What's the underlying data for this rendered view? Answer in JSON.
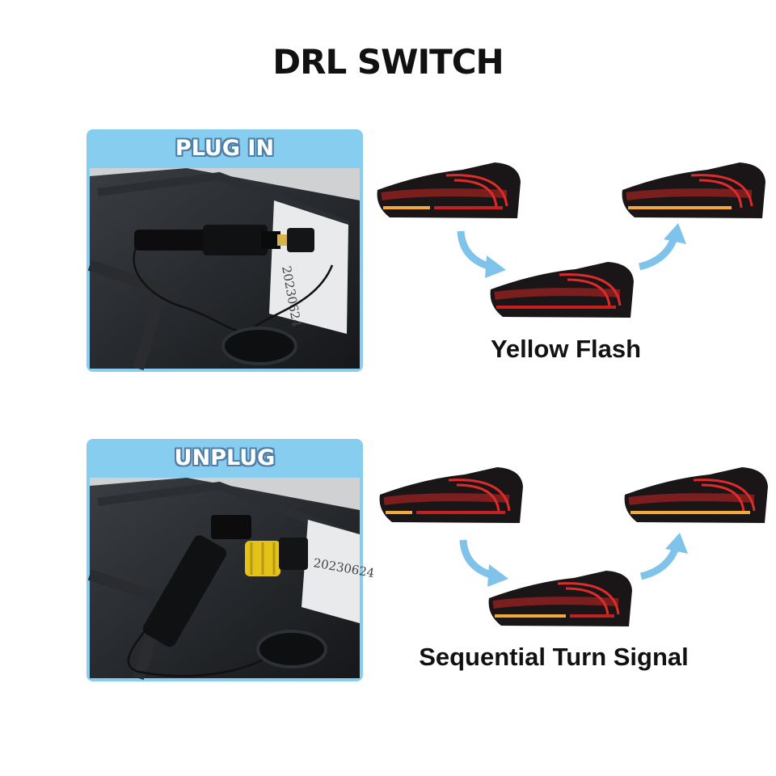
{
  "title": "DRL SWITCH",
  "sections": [
    {
      "panel_label": "PLUG IN",
      "sticker_text": "20230624",
      "caption": "Yellow Flash"
    },
    {
      "panel_label": "UNPLUG",
      "sticker_text": "20230624",
      "caption": "Sequential Turn Signal"
    }
  ],
  "colors": {
    "panel_bg": "#86cdf0",
    "label_outline": "#4f7fa8",
    "arrow": "#7fc3ea",
    "lamp_red": "#e02a2a",
    "lamp_amber": "#f0a93a"
  },
  "icons": {
    "tail_light": "taillight-image",
    "connector": "wire-connector-image",
    "arrow": "curved-arrow-icon"
  }
}
